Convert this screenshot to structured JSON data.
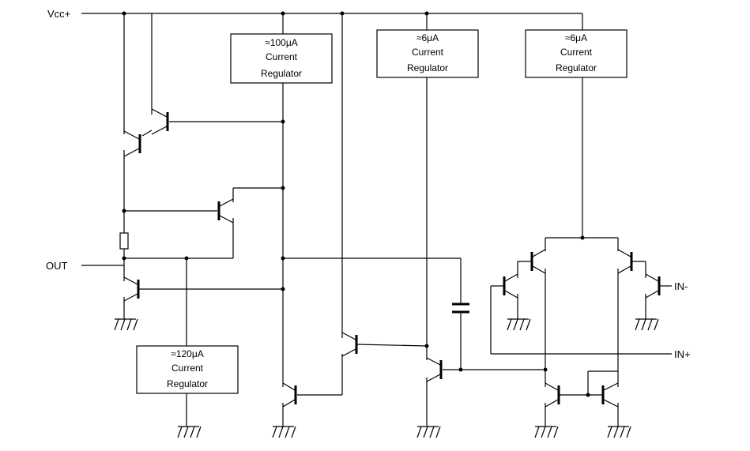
{
  "pins": {
    "vcc": "Vcc+",
    "out": "OUT",
    "in_minus": "IN-",
    "in_plus": "IN+"
  },
  "regulators": [
    {
      "current": "≈100μA",
      "line2": "Current",
      "line3": "Regulator"
    },
    {
      "current": "≈6μA",
      "line2": "Current",
      "line3": "Regulator"
    },
    {
      "current": "≈6μA",
      "line2": "Current",
      "line3": "Regulator"
    },
    {
      "current": "≈120μA",
      "line2": "Current",
      "line3": "Regulator"
    }
  ]
}
